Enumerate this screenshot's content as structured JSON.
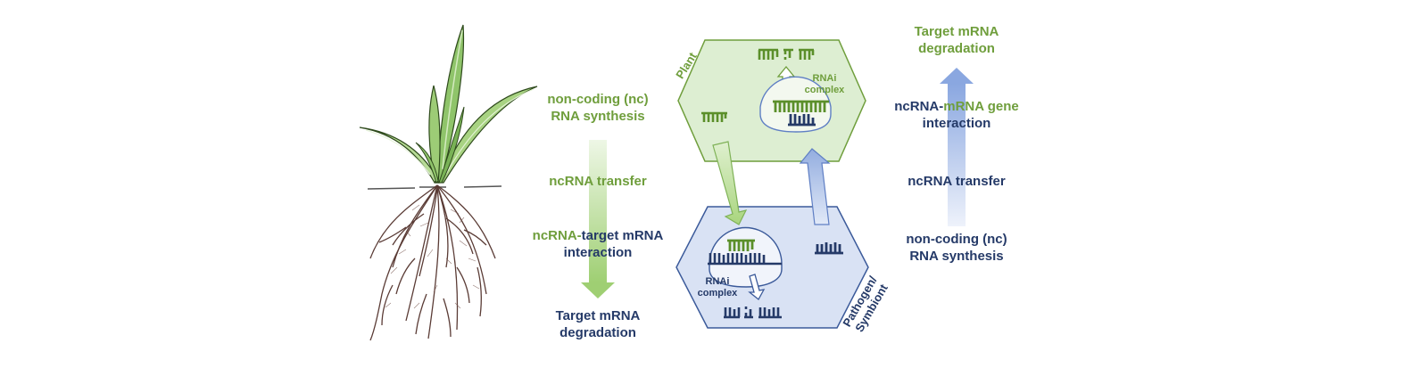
{
  "colors": {
    "green": "#6f9e3c",
    "navy": "#253a68",
    "plant_fill": "#ddeed2",
    "plant_stroke": "#6f9e3c",
    "pathogen_fill": "#d9e2f4",
    "pathogen_stroke": "#3b5a9a",
    "arrow_green": "#b9dc95",
    "arrow_blue": "#9fb6e6"
  },
  "left_pathway": {
    "synthesis": [
      "non-coding (nc)",
      "RNA synthesis"
    ],
    "transfer": "ncRNA transfer",
    "interaction_part1": "ncRNA-",
    "interaction_part2": "target mRNA",
    "interaction_line2": "interaction",
    "degradation": [
      "Target mRNA",
      "degradation"
    ]
  },
  "center": {
    "plant_label": "Plant",
    "pathogen_label": [
      "Pathogen/",
      "Symbiont"
    ],
    "rnai_top": [
      "RNAi",
      "complex"
    ],
    "rnai_bottom": [
      "RNAi",
      "complex"
    ]
  },
  "right_pathway": {
    "degradation": [
      "Target mRNA",
      "degradation"
    ],
    "interaction_part1": "ncRNA-",
    "interaction_part2": "mRNA gene",
    "interaction_line2": "interaction",
    "transfer": "ncRNA transfer",
    "synthesis": [
      "non-coding (nc)",
      "RNA synthesis"
    ]
  }
}
